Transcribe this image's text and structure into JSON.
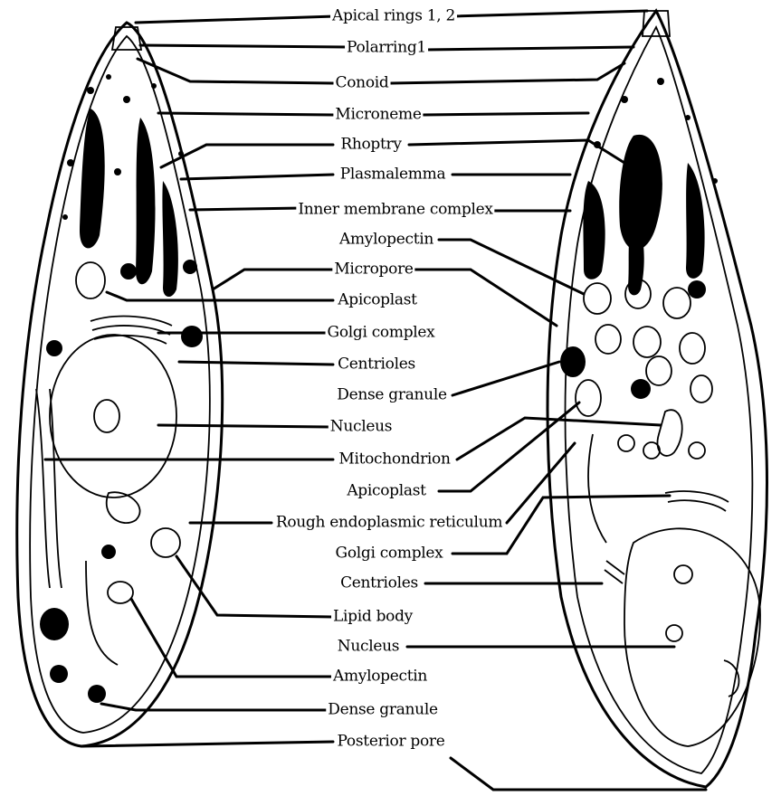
{
  "figure": {
    "labels": [
      {
        "id": "apical-rings",
        "text": "Apical rings 1, 2"
      },
      {
        "id": "polar-ring",
        "text": "Polarring1"
      },
      {
        "id": "conoid",
        "text": "Conoid"
      },
      {
        "id": "microneme",
        "text": "Microneme"
      },
      {
        "id": "rhoptry",
        "text": "Rhoptry"
      },
      {
        "id": "plasmalemma",
        "text": "Plasmalemma"
      },
      {
        "id": "inner-membrane-complex",
        "text": "Inner membrane complex"
      },
      {
        "id": "amylopectin-right",
        "text": "Amylopectin"
      },
      {
        "id": "micropore",
        "text": "Micropore"
      },
      {
        "id": "apicoplast-left",
        "text": "Apicoplast"
      },
      {
        "id": "golgi-complex-left",
        "text": "Golgi complex"
      },
      {
        "id": "centrioles-left",
        "text": "Centrioles"
      },
      {
        "id": "dense-granule-right",
        "text": "Dense granule"
      },
      {
        "id": "nucleus-left",
        "text": "Nucleus"
      },
      {
        "id": "mitochondrion",
        "text": "Mitochondrion"
      },
      {
        "id": "apicoplast-right",
        "text": "Apicoplast"
      },
      {
        "id": "rough-er",
        "text": "Rough endoplasmic reticulum"
      },
      {
        "id": "golgi-complex-right",
        "text": "Golgi complex"
      },
      {
        "id": "centrioles-right",
        "text": "Centrioles"
      },
      {
        "id": "lipid-body",
        "text": "Lipid body"
      },
      {
        "id": "nucleus-right",
        "text": "Nucleus"
      },
      {
        "id": "amylopectin-left",
        "text": "Amylopectin"
      },
      {
        "id": "dense-granule-left",
        "text": "Dense granule"
      },
      {
        "id": "posterior-pore",
        "text": "Posterior pore"
      }
    ]
  }
}
